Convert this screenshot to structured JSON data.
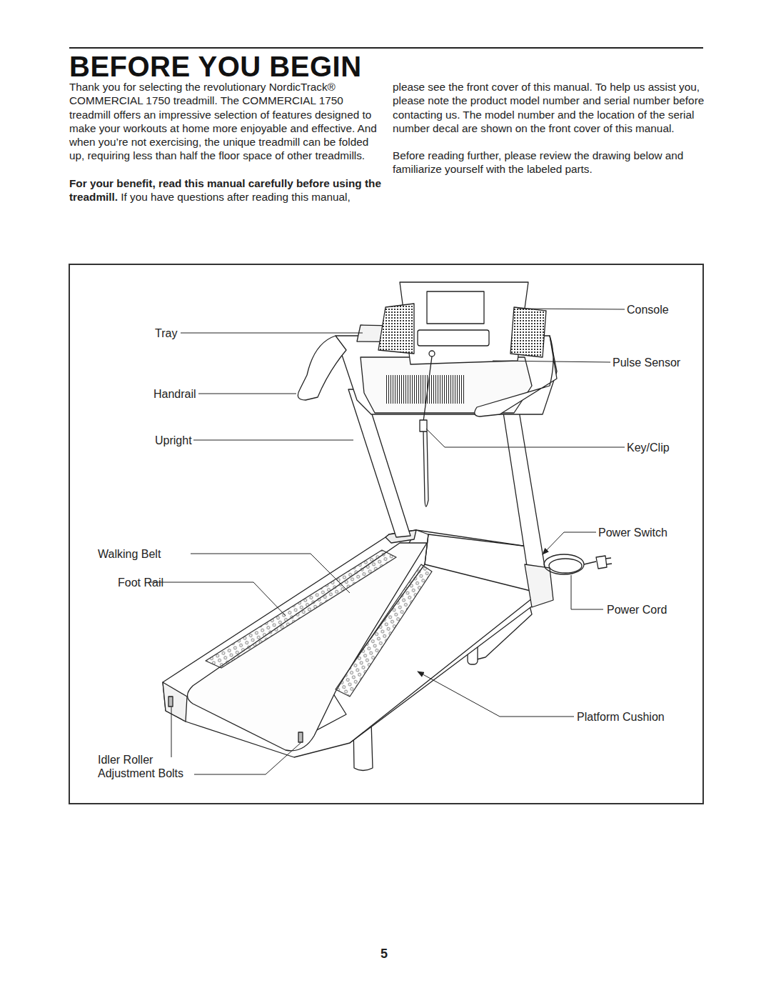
{
  "diagram": {
    "title": "BEFORE YOU BEGIN",
    "labels": [
      "Thank you for selecting the revolutionary NordicTrack® COMMERCIAL 1750 treadmill. The COMMERCIAL 1750 treadmill offers an impressive selection of features designed to make your workouts at home more enjoyable and effective. And when you’re not exercising, the unique treadmill can be folded up, requiring less than half the floor space of other treadmills.",
      "For your benefit, read this manual carefully before using the treadmill.",
      "If you have questions after reading this manual, please see the front cover of this manual. To help us assist you, please note the product model number and serial number before contacting us. The model number and the location of the serial number decal are shown on the front cover of this manual.",
      "Before reading further, please review the drawing below and familiarize yourself with the labeled parts.",
      "Tray",
      "Handrail",
      "Upright",
      "Walking Belt",
      "Foot Rail",
      "Idler Roller Adjustment Bolts",
      "Console",
      "Pulse Sensor",
      "Key/Clip",
      "Power Switch",
      "Power Cord",
      "Platform Cushion",
      "5"
    ]
  }
}
